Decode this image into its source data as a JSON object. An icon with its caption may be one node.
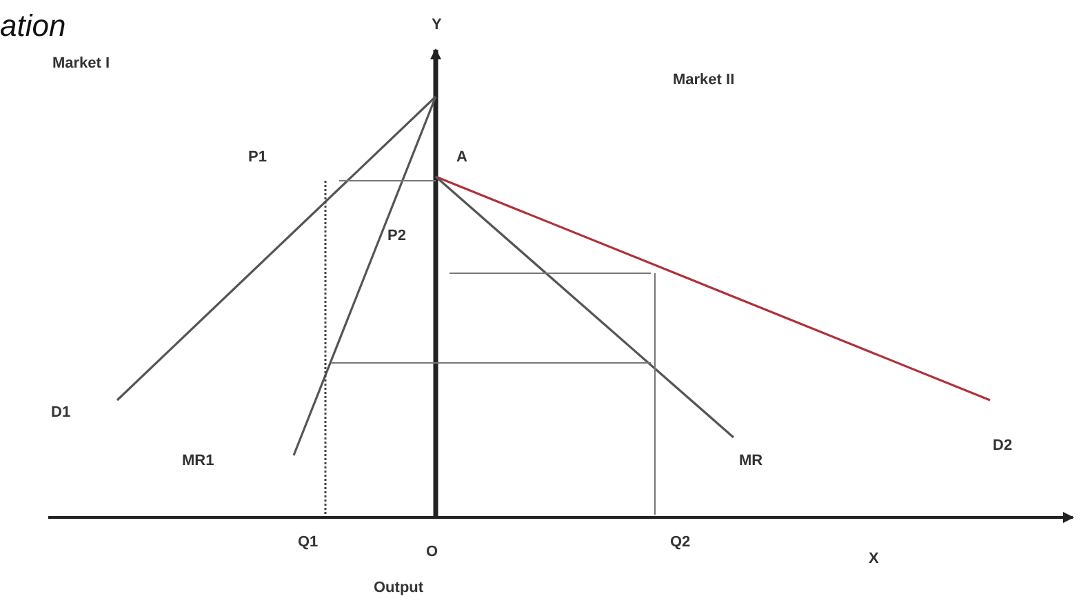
{
  "diagram": {
    "title": "ation",
    "labels": [
      "Y",
      "Market I",
      "Market II",
      "A",
      "P1",
      "P2",
      "D1",
      "D2",
      "MR1",
      "MR",
      "Q1",
      "O",
      "Q2",
      "X",
      "Output"
    ]
  }
}
